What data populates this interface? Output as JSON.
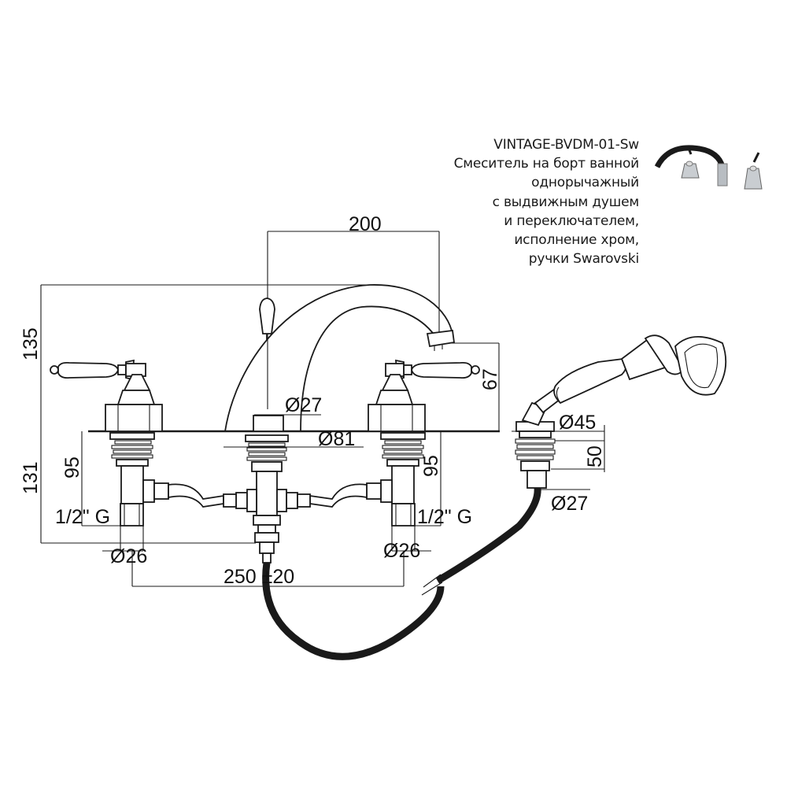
{
  "product": {
    "model": "VINTAGE-BVDM-01-Sw",
    "description_lines": [
      "Смеситель на борт ванной",
      "однорычажный",
      "с выдвижным душем",
      "и переключателем,",
      "исполнение хром,",
      "ручки Swarovski"
    ]
  },
  "dimensions": {
    "spout_reach": "200",
    "height_above_deck": "135",
    "height_below_deck": "131",
    "spout_outlet_height": "67",
    "spout_base_diameter": "Ø27",
    "flange_diameter": "Ø81",
    "shower_holder_diameter": "Ø45",
    "shower_holder_height": "50",
    "shower_shank_diameter": "Ø27",
    "valve_shank_length_left": "95",
    "valve_shank_length_right": "95",
    "thread_left": "1/2\" G",
    "thread_right": "1/2\" G",
    "valve_shank_diameter_left": "Ø26",
    "valve_shank_diameter_right": "Ø26",
    "valve_spacing": "250 ±20"
  }
}
